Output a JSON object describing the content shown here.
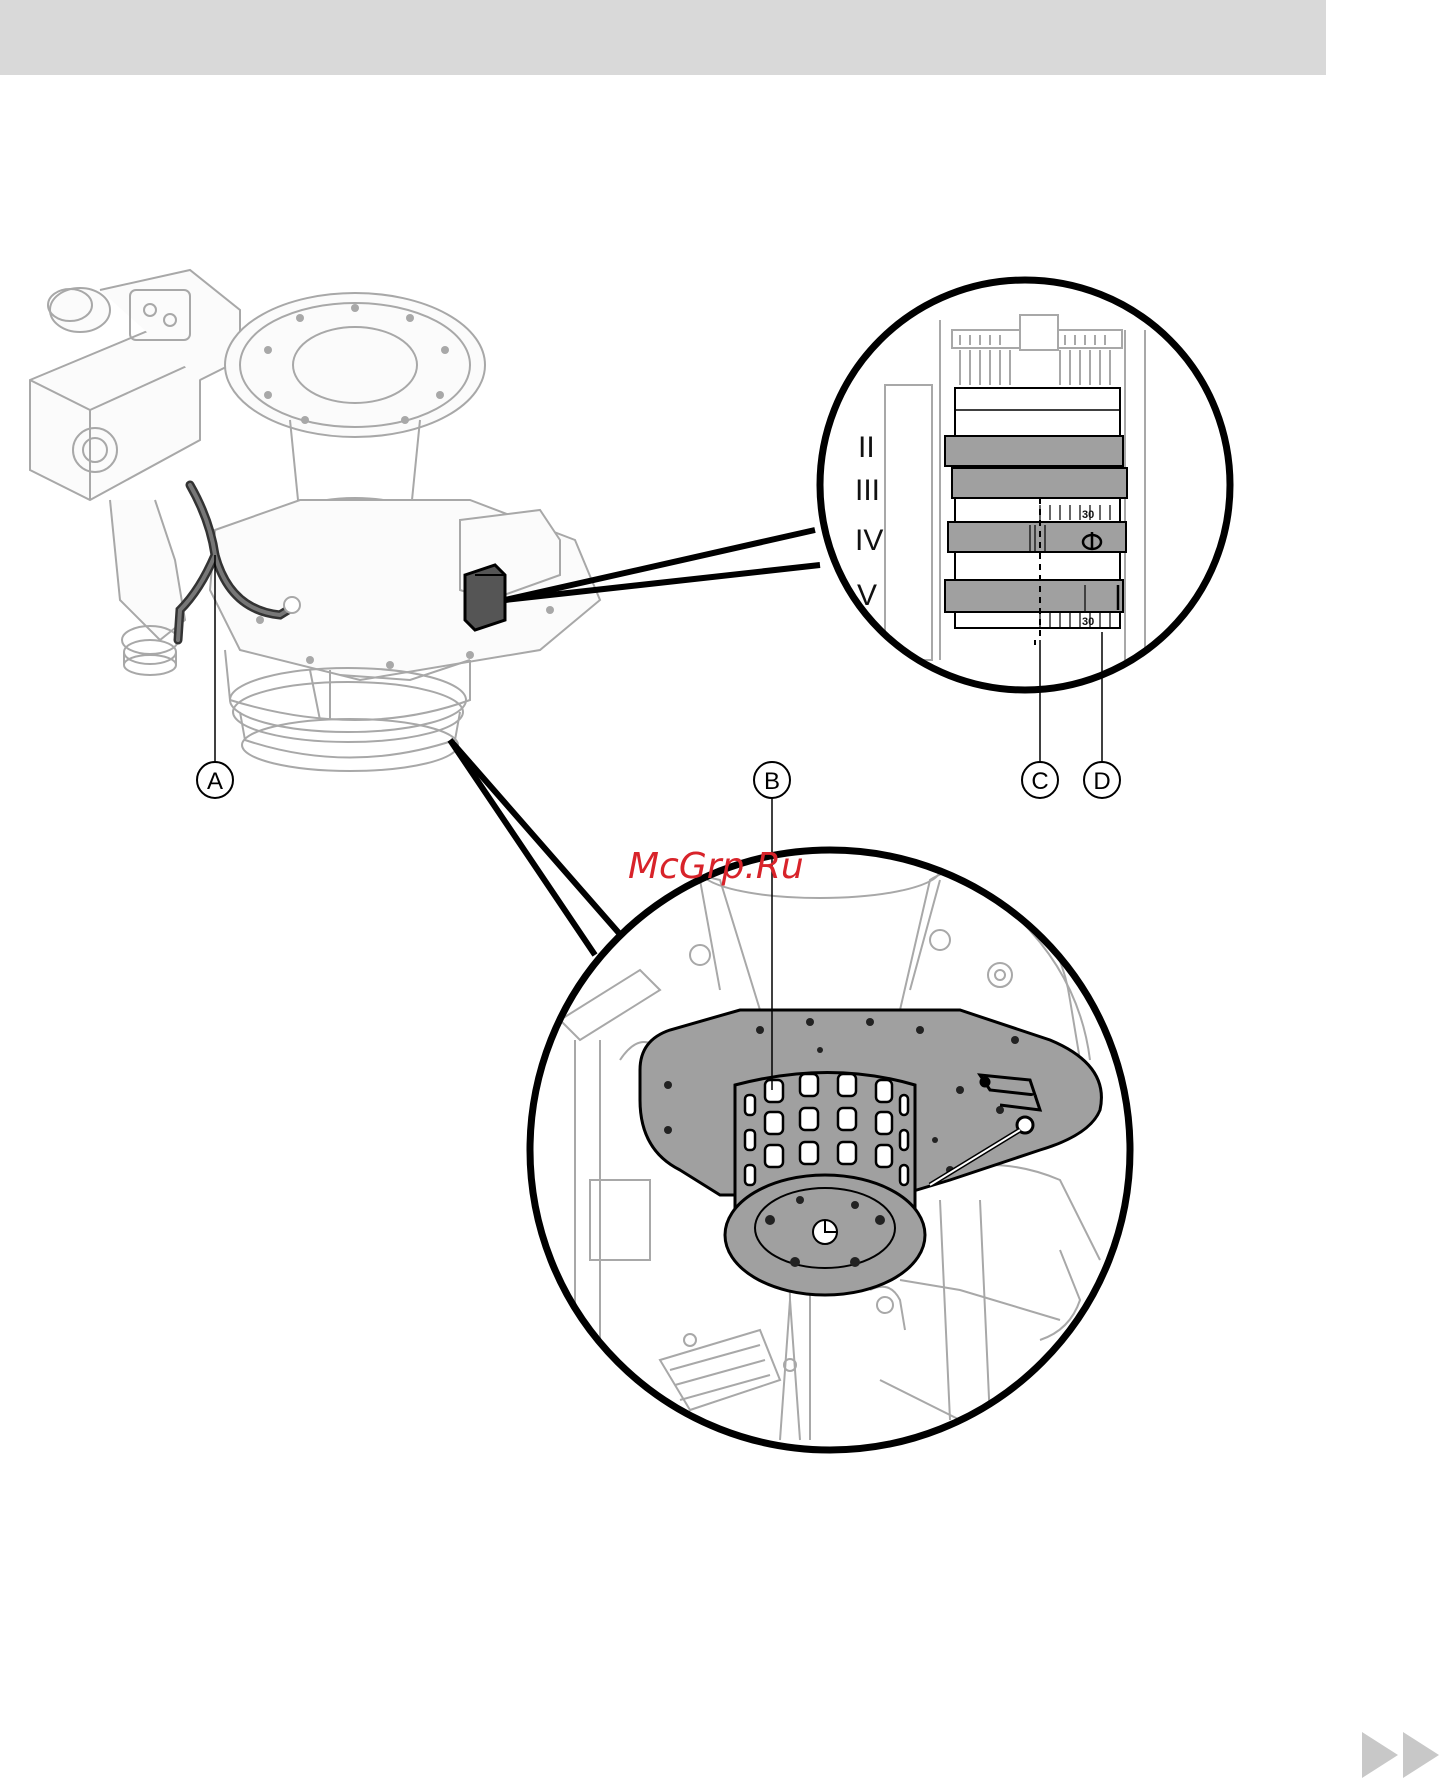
{
  "header_bar_color": "#d9d9d9",
  "callouts": {
    "a": "A",
    "b": "B",
    "c": "C",
    "d": "D"
  },
  "detail_top": {
    "position_labels": [
      "II",
      "III",
      "IV",
      "V"
    ],
    "scale_numbers": [
      "30",
      "30"
    ]
  },
  "watermark": "McGrp.Ru",
  "colors": {
    "line": "#000000",
    "faded_line": "#a8a8a8",
    "gray_fill": "#a0a0a0",
    "watermark": "#d8232a"
  },
  "icons": [
    "next-page-icon"
  ]
}
